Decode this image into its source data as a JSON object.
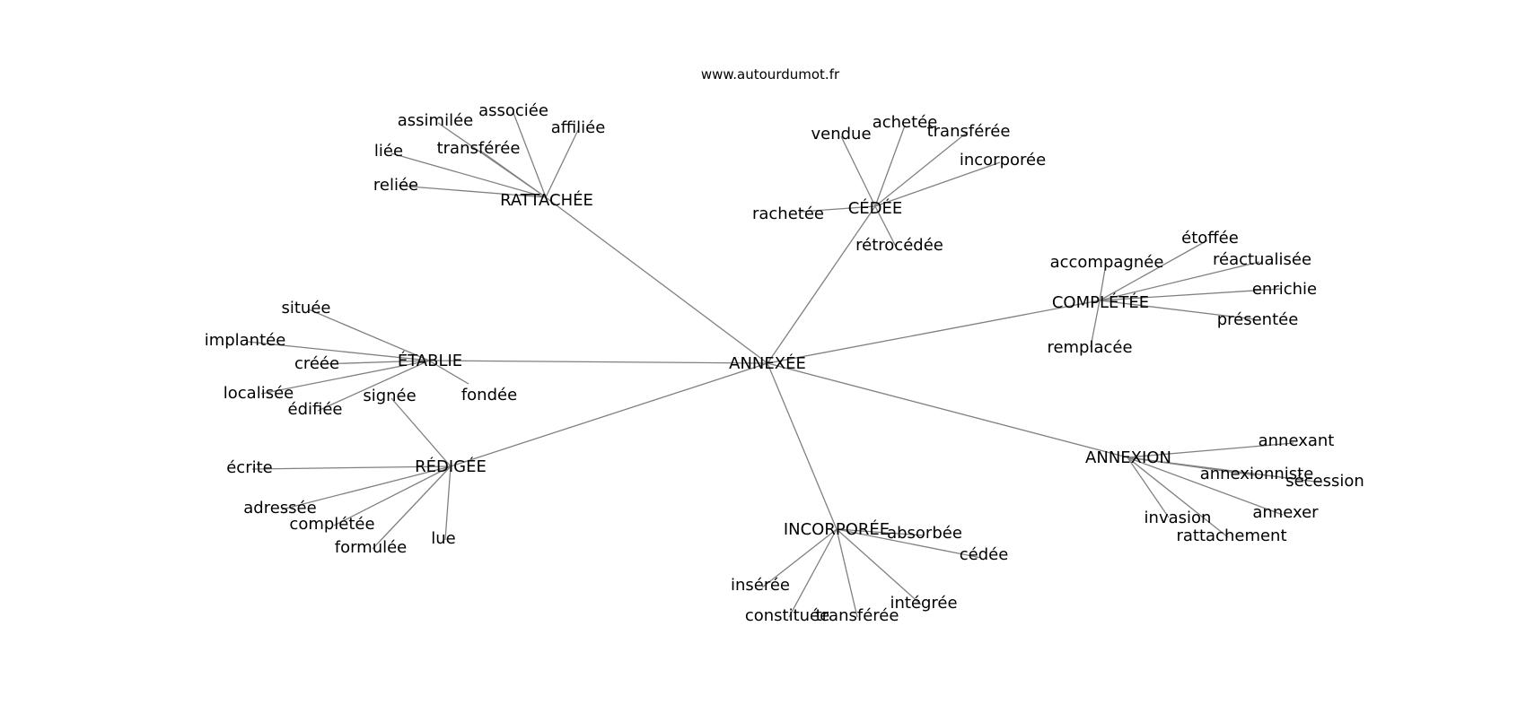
{
  "site_url": "www.autourdumot.fr",
  "center": "ANNEXÉE",
  "clusters": [
    {
      "hub": "RATTACHÉE",
      "words": [
        "assimilée",
        "associée",
        "affiliée",
        "liée",
        "transférée",
        "reliée"
      ]
    },
    {
      "hub": "CÉDÉE",
      "words": [
        "vendue",
        "achetée",
        "transférée",
        "incorporée",
        "rachetée",
        "rétrocédée"
      ]
    },
    {
      "hub": "COMPLÉTÉE",
      "words": [
        "étoffée",
        "accompagnée",
        "réactualisée",
        "enrichie",
        "présentée",
        "remplacée"
      ]
    },
    {
      "hub": "ÉTABLIE",
      "words": [
        "située",
        "implantée",
        "créée",
        "localisée",
        "édifiée",
        "fondée"
      ]
    },
    {
      "hub": "RÉDIGÉE",
      "words": [
        "signée",
        "écrite",
        "adressée",
        "complétée",
        "formulée",
        "lue"
      ]
    },
    {
      "hub": "INCORPORÉE",
      "words": [
        "absorbée",
        "cédée",
        "insérée",
        "constituée",
        "transférée",
        "intégrée"
      ]
    },
    {
      "hub": "ANNEXION",
      "words": [
        "annexant",
        "annexionniste",
        "sécession",
        "annexer",
        "invasion",
        "rattachement"
      ]
    }
  ]
}
